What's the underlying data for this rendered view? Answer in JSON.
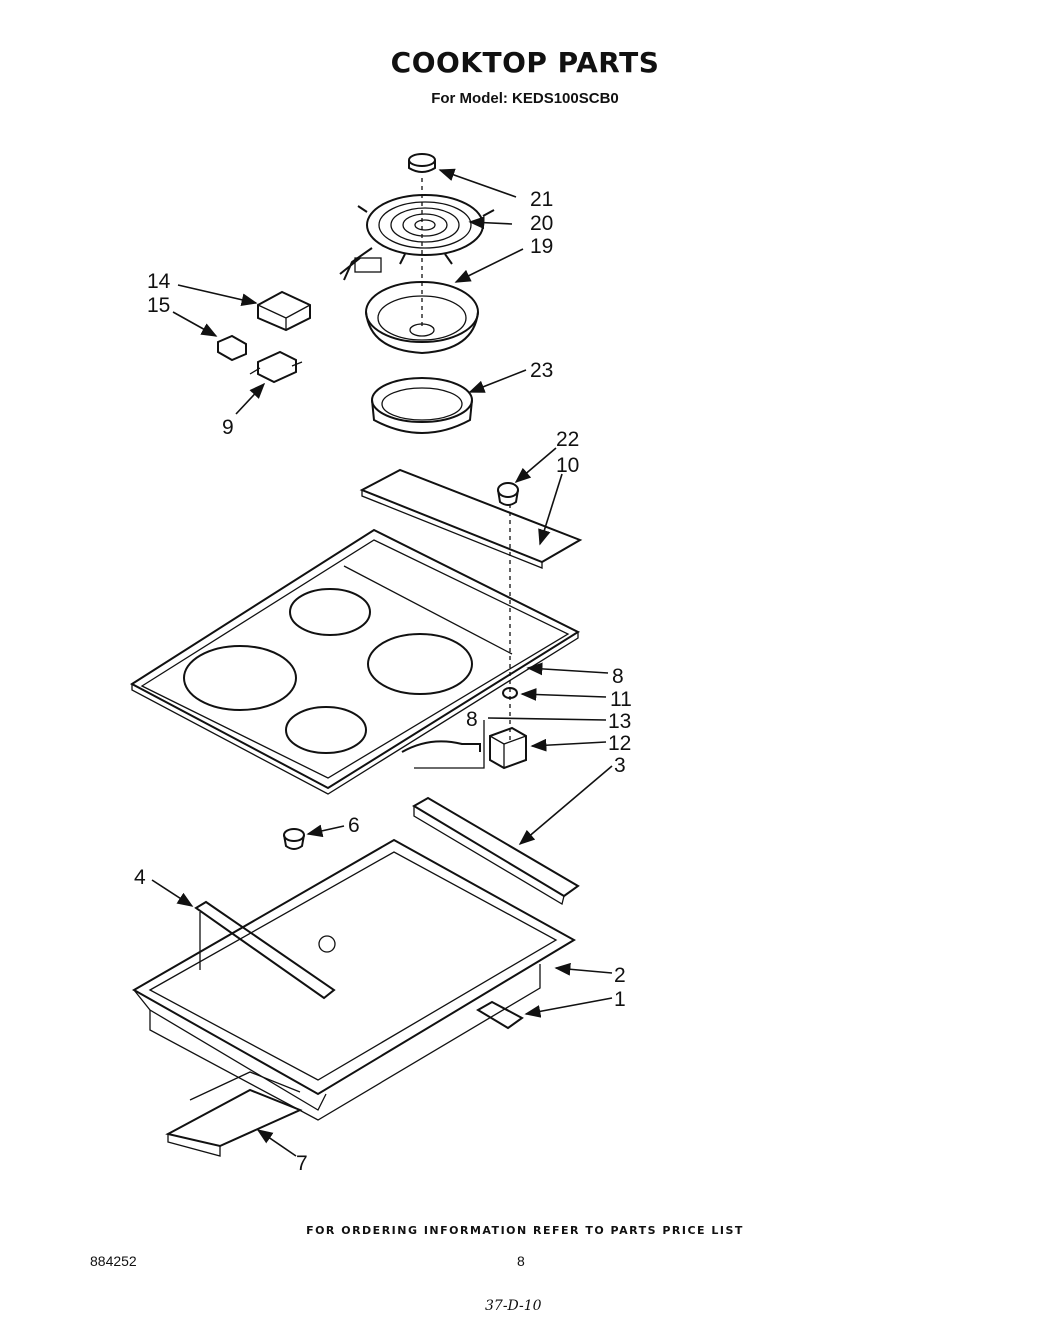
{
  "header": {
    "title": "COOKTOP PARTS",
    "subtitle": "For Model: KEDS100SCB0"
  },
  "callouts": [
    {
      "id": "c21",
      "label": "21"
    },
    {
      "id": "c20",
      "label": "20"
    },
    {
      "id": "c19",
      "label": "19"
    },
    {
      "id": "c14",
      "label": "14"
    },
    {
      "id": "c15",
      "label": "15"
    },
    {
      "id": "c9",
      "label": "9"
    },
    {
      "id": "c23",
      "label": "23"
    },
    {
      "id": "c22",
      "label": "22"
    },
    {
      "id": "c10",
      "label": "10"
    },
    {
      "id": "c8a",
      "label": "8"
    },
    {
      "id": "c11",
      "label": "11"
    },
    {
      "id": "c8b",
      "label": "8"
    },
    {
      "id": "c13",
      "label": "13"
    },
    {
      "id": "c12",
      "label": "12"
    },
    {
      "id": "c3",
      "label": "3"
    },
    {
      "id": "c6",
      "label": "6"
    },
    {
      "id": "c4",
      "label": "4"
    },
    {
      "id": "c2",
      "label": "2"
    },
    {
      "id": "c1",
      "label": "1"
    },
    {
      "id": "c7",
      "label": "7"
    }
  ],
  "footer": {
    "ordering_note": "FOR ORDERING INFORMATION REFER TO PARTS PRICE LIST",
    "doc_number": "884252",
    "page_number": "8",
    "handwritten_note": "37-D-10"
  }
}
